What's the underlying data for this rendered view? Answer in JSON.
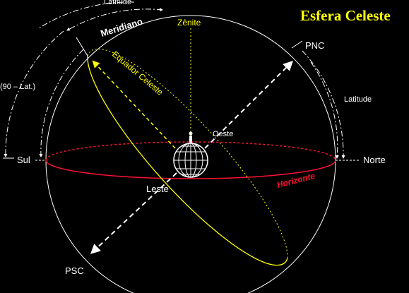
{
  "title": "Esfera Celeste",
  "labels": {
    "zenith": "Zênite",
    "meridian": "Meridiano",
    "equator": "Equador Celeste",
    "horizon": "Horizonte",
    "pnc": "PNC",
    "psc": "PSC",
    "north": "Norte",
    "south": "Sul",
    "east": "Leste",
    "west": "Oeste",
    "latitude_top": "Latitude",
    "latitude_right": "Latitude",
    "colatitude": "(90 – Lat.)"
  },
  "colors": {
    "background": "#000000",
    "lines": "#ffffff",
    "equator": "#ffff00",
    "horizon": "#ff1133",
    "title": "#ffff00"
  }
}
